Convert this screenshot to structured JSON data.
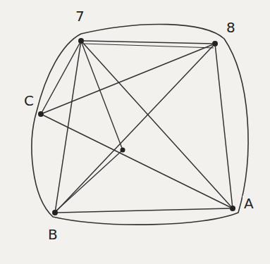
{
  "diagram": {
    "nodes": [
      {
        "text": [
          "7"
        ]
      },
      {
        "text": [
          "8"
        ]
      },
      {
        "text": [
          "C"
        ]
      },
      {
        "text": [
          "B"
        ]
      },
      {
        "text": [
          "A"
        ]
      }
    ],
    "edges": [
      {
        "from": 0,
        "to": 1,
        "arrow": "none"
      },
      {
        "from": 0,
        "to": 2,
        "arrow": "none"
      },
      {
        "from": 0,
        "to": 3,
        "arrow": "none"
      },
      {
        "from": 0,
        "to": 4,
        "arrow": "none"
      },
      {
        "from": 2,
        "to": 1,
        "arrow": "none"
      },
      {
        "from": 2,
        "to": 4,
        "arrow": "none"
      },
      {
        "from": 3,
        "to": 1,
        "arrow": "none"
      },
      {
        "from": 3,
        "to": 4,
        "arrow": "none"
      },
      {
        "from": 1,
        "to": 4,
        "arrow": "none"
      }
    ]
  }
}
